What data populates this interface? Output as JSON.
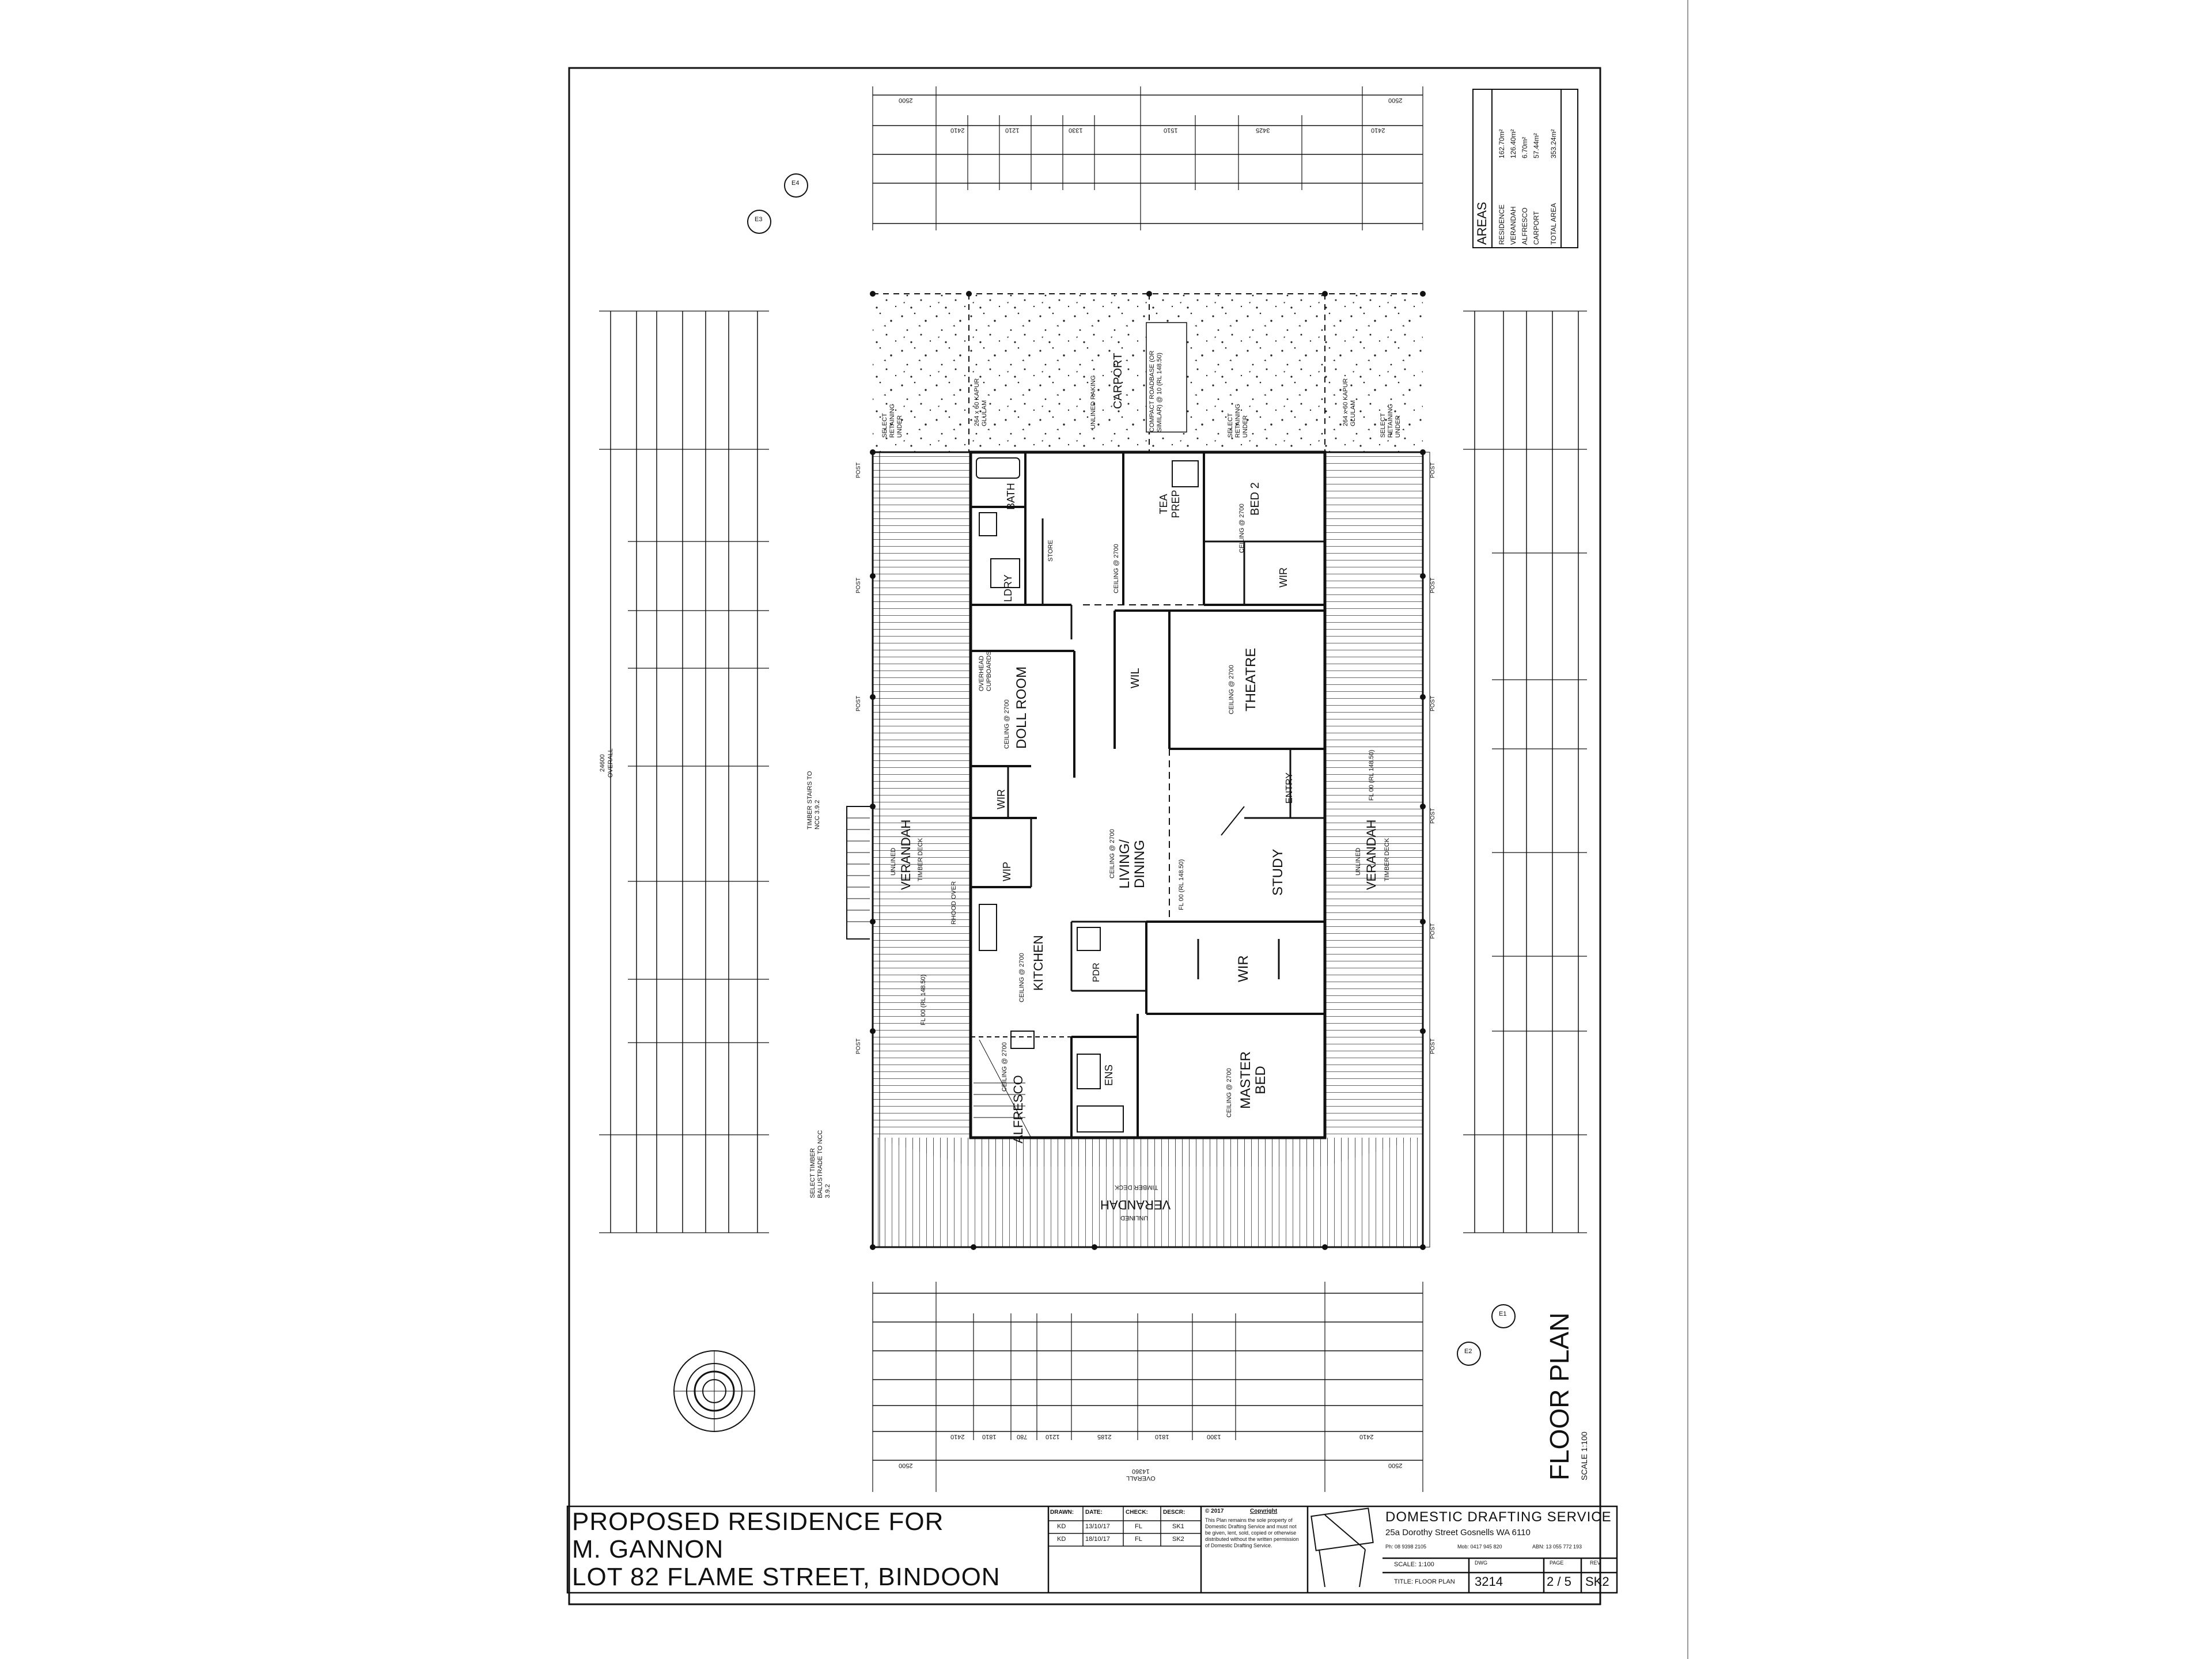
{
  "drawing_title": "FLOOR PLAN",
  "scale_text": "SCALE 1:100",
  "project": {
    "line1": "PROPOSED RESIDENCE FOR",
    "line2": "M. GANNON",
    "line3": "LOT 82 FLAME STREET, BINDOON"
  },
  "rooms": {
    "carport": "CARPORT",
    "bath": "BATH",
    "ldry": "LDRY",
    "store": "STORE",
    "tea_prep": "TEA PREP",
    "bed2": "BED 2",
    "wir": "WIR",
    "wil": "WIL",
    "theatre": "THEATRE",
    "doll_room": "DOLL ROOM",
    "living": "LIVING/ DINING",
    "entry": "ENTRY",
    "study": "STUDY",
    "wip": "WIP",
    "kitchen": "KITCHEN",
    "pdr": "PDR",
    "master_bed": "MASTER BED",
    "ens": "ENS",
    "alfresco": "ALFRESCO",
    "verandah": "VERANDAH",
    "timber_deck": "TIMBER DECK",
    "unlined": "UNLINED",
    "ceiling": "CEILING @ 2700",
    "fl": "FL 00 (RL 148.50)"
  },
  "notes": {
    "stairs": "TIMBER STAIRS TO NCC 3.9.2",
    "balustrade": "SELECT TIMBER BALUSTRADE TO NCC 3.9.2",
    "kapur": "264 x 60 KAPUR GLULAM",
    "roadbase": "COMPACT ROADBASE (OR SIMILAR) @ 10 (RL 148.50)",
    "retaining": "SELECT RETAINING UNDER",
    "post": "POST",
    "overhead": "OVERHEAD CUPBOARDS",
    "rhood": "RHOOD OVER",
    "unlined_raking": "UNLINED RAKING"
  },
  "dims_top": [
    "2500",
    "2410",
    "1210",
    "1330",
    "1510",
    "3425",
    "2410",
    "2500"
  ],
  "dims_bottom": [
    "2500",
    "2410",
    "1810",
    "780",
    "1210",
    "2185",
    "1810",
    "1300",
    "2410",
    "2500"
  ],
  "overall_bottom": "14360",
  "overall_left": "24600",
  "overall_text": "OVERALL",
  "areas": {
    "heading": "AREAS",
    "rows": [
      {
        "label": "RESIDENCE",
        "value": "162.70m²"
      },
      {
        "label": "VERANDAH",
        "value": "126.40m²"
      },
      {
        "label": "ALFRESCO",
        "value": "6.70m²"
      },
      {
        "label": "CARPORT",
        "value": "57.44m²"
      }
    ],
    "total_label": "TOTAL AREA",
    "total_value": "353.24m²"
  },
  "revisions": {
    "headers": [
      "DRAWN:",
      "DATE:",
      "CHECK:",
      "DESCR:"
    ],
    "rows": [
      [
        "KD",
        "13/10/17",
        "FL",
        "SK1"
      ],
      [
        "KD",
        "18/10/17",
        "FL",
        "SK2"
      ]
    ]
  },
  "copyright": {
    "year": "© 2017",
    "heading": "Copyright",
    "body": "This Plan remains the sole property of Domestic Drafting Service and must not be given, lent, sold, copied or otherwise distributed without the written permission of Domestic Drafting Service."
  },
  "firm": {
    "name": "DOMESTIC DRAFTING SERVICE",
    "address": "25a Dorothy Street   Gosnells   WA   6110",
    "phone": "Ph: 08 9398 2105",
    "mobile": "Mob: 0417 945 820",
    "abn": "ABN: 13 055 772 193"
  },
  "title_block": {
    "scale": "SCALE: 1:100",
    "title": "TITLE: FLOOR PLAN",
    "dwg_label": "DWG",
    "dwg": "3214",
    "page_label": "PAGE",
    "page": "2 / 5",
    "rev_label": "REV",
    "rev": "SK2"
  },
  "elevation_markers": [
    "E1",
    "E2",
    "E3",
    "E4"
  ],
  "colors": {
    "ink": "#111111",
    "paper": "#ffffff",
    "deck_line": "#222222"
  }
}
